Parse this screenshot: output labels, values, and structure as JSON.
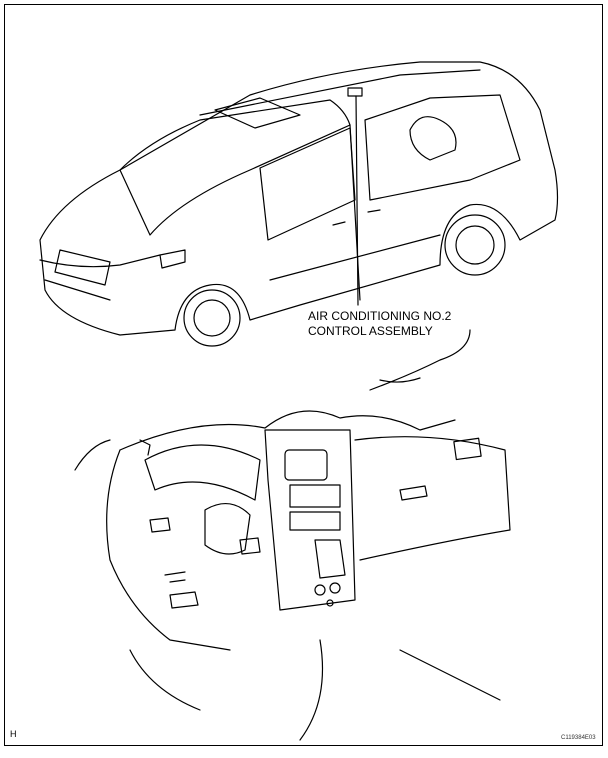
{
  "callout": {
    "line1": "AIR CONDITIONING NO.2",
    "line2": "CONTROL ASSEMBLY"
  },
  "corner_letter": "H",
  "figure_code": "C119384E03"
}
